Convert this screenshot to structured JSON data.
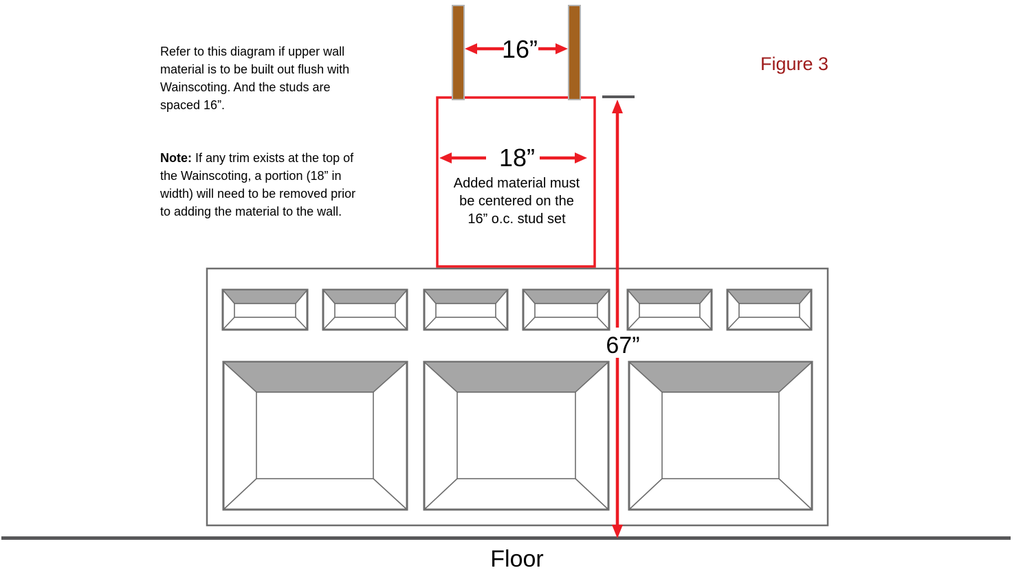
{
  "figure_label": "Figure 3",
  "intro_text": "Refer to this diagram if upper wall\nmaterial is to be built out flush with\nWainscoting. And the studs are\nspaced 16”.",
  "note": {
    "label": "Note:",
    "text": " If any trim exists at the top of\nthe Wainscoting, a portion (18” in\nwidth) will need to be removed prior\nto adding the material to the wall."
  },
  "dimensions": {
    "stud_spacing": "16”",
    "added_material_width": "18”",
    "stud_set_height": "67”"
  },
  "added_material_note": "Added material must\nbe centered on the\n16” o.c. stud set",
  "floor_label": "Floor",
  "colors": {
    "dimension_red": "#ed1c24",
    "figure_label_red": "#9e1b1b",
    "stud_brown": "#a3621f",
    "stud_border_gray": "#b3b3b3",
    "panel_border_gray": "#6d6d6d",
    "panel_bevel_gray": "#a6a6a6",
    "floor_gray": "#58585a"
  }
}
